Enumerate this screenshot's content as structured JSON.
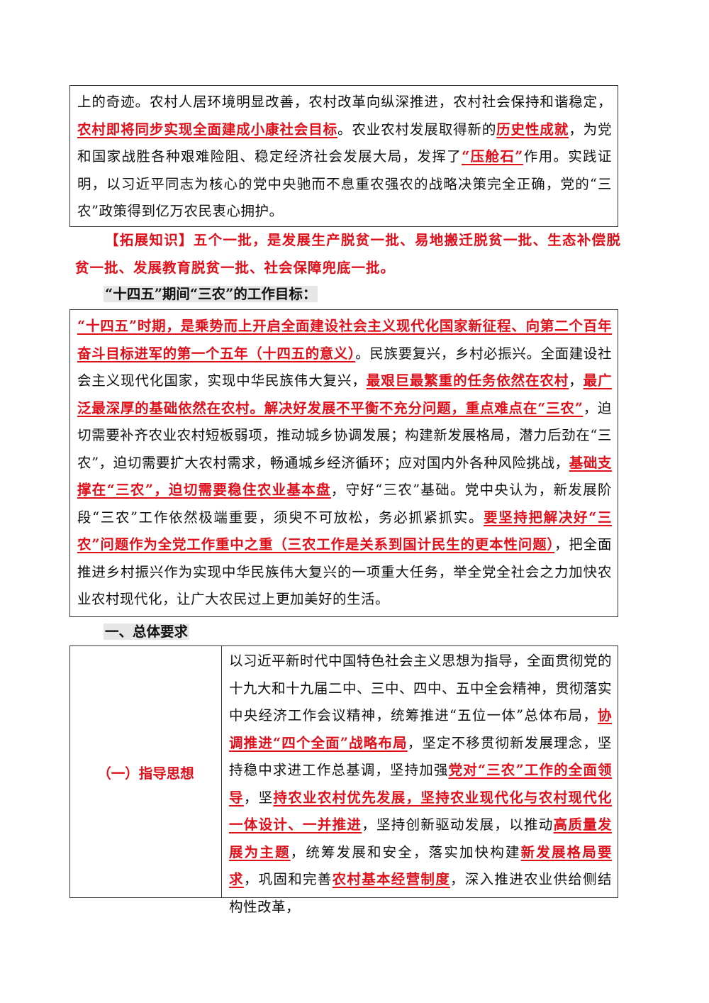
{
  "box1": {
    "t1": "上的奇迹。农村人居环境明显改善，农村改革向纵深推进，农村社会保持和谐稳定，",
    "t2": "农村即将同步实现全面建成小康社会目标",
    "t3": "。农业农村发展取得新的",
    "t4": "历史性成就",
    "t5": "，为党和国家战胜各种艰难险阻、稳定经济社会发展大局，发挥了",
    "t6": "“压舱石”",
    "t7": "作用。实践证明，以习近平同志为核心的党中央驰而不息重农强农的战略决策完全正确，党的“三农”政策得到亿万农民衷心拥护。"
  },
  "extension": {
    "text": "【拓展知识】五个一批，是发展生产脱贫一批、易地搬迁脱贫一批、生态补偿脱贫一批、发展教育脱贫一批、社会保障兜底一批。"
  },
  "heading_goals": "“十四五”期间“三农”的工作目标：",
  "box2": {
    "t1": "“十四五”时期，是乘势而上开启全面建设社会主义现代化国家新征程、向第二个百年奋斗目标进军的第一个五年（十四五的意义）",
    "t2": "。民族要复兴，乡村必振兴。全面建设社会主义现代化国家，实现中华民族伟大复兴，",
    "t3": "最艰巨最繁重的任务依然在农村",
    "t4": "，",
    "t5": "最广泛最深厚的基础依然在农村。解决好发展不平衡不充分问题，重点难点在“三农”",
    "t6": "，迫切需要补齐农业农村短板弱项，推动城乡协调发展；构建新发展格局，潜力后劲在“三农”，迫切需要扩大农村需求，畅通城乡经济循环；应对国内外各种风险挑战，",
    "t7": "基础支撑在“三农”，迫切需要稳住农业基本盘",
    "t8": "，守好“三农”基础。党中央认为，新发展阶段“三农”工作依然极端重要，须臾不可放松，务必抓紧抓实。",
    "t9": "要坚持把解决好“三农”问题作为全党工作重中之重（三农工作是关系到国计民生的更本性问题）",
    "t10": "，把全面推进乡村振兴作为实现中华民族伟大复兴的一项重大任务，举全党全社会之力加快农业农村现代化，让广大农民过上更加美好的生活。"
  },
  "heading_general": "一、总体要求",
  "table": {
    "left_label": "（一）指导思想",
    "r1": "以习近平新时代中国特色社会主义思想为指导，全面贯彻党的十九大和十九届二中、三中、四中、五中全会精神，贯彻落实中央经济工作会议精神，统筹推进“五位一体”总体布局，",
    "r2": "协调推进“四个全面”战略布局",
    "r3": "，坚定不移贯彻新发展理念，坚持稳中求进工作总基调，坚持加强",
    "r4": "党对“三农”工作的全面领导",
    "r5": "，坚",
    "r6": "持农业农村优先发展，坚持农业现代化与农村现代化一体设计、一并推进",
    "r7": "，坚持创新驱动发展，以推动",
    "r8": "高质量发展为主题",
    "r9": "，统筹发展和安全，落实加快构建",
    "r10": "新发展格局要求",
    "r11": "，巩固和完善",
    "r12": "农村基本经营制度",
    "r13": "，深入推进农业供给侧结构性改革，"
  }
}
